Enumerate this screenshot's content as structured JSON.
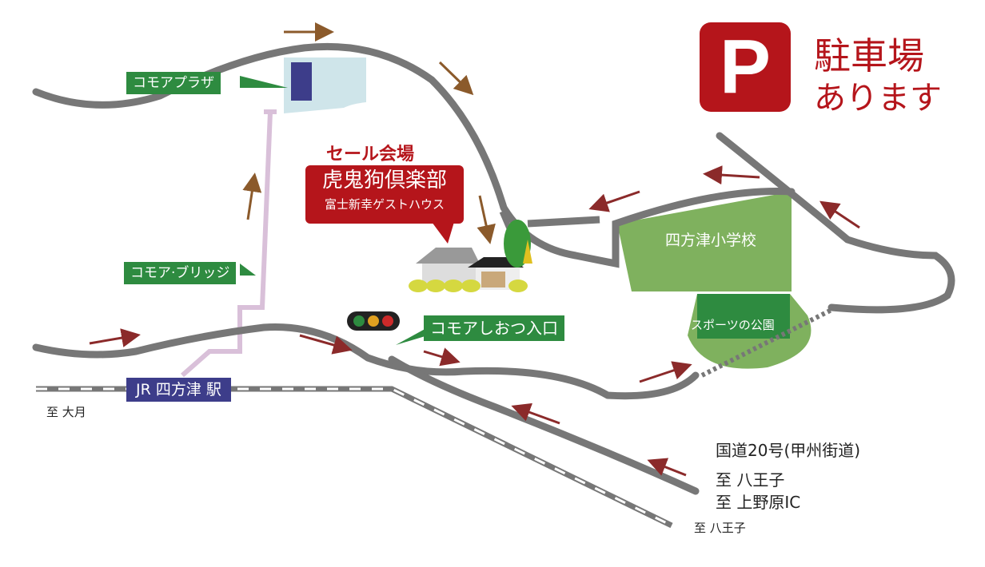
{
  "parking": {
    "icon_letter": "P",
    "line1": "駐車場",
    "line2": "あります"
  },
  "venue": {
    "heading": "セール会場",
    "name": "虎鬼狗倶楽部",
    "subname": "富士新幸ゲストハウス"
  },
  "labels": {
    "comoa_plaza": "コモアプラザ",
    "comoa_bridge": "コモア·ブリッジ",
    "comoa_entrance": "コモアしおつ入口",
    "station": "JR 四方津 駅",
    "to_otsuki": "至 大月",
    "school": "四方津小学校",
    "sports_park": "スポーツの公園",
    "route20": "国道20号(甲州街道)",
    "to_hachioji_road": "至 八王子",
    "to_uenohara": "至 上野原IC",
    "to_hachioji_rail": "至 八王子"
  },
  "colors": {
    "road": "#777777",
    "arrow_brown": "#8b5a2b",
    "arrow_red": "#8b2a2a",
    "label_green": "#2e8b40",
    "station_navy": "#3d3d8a",
    "parking_red": "#b5151b",
    "school_green": "#7fb15e",
    "park_green": "#2e8b40",
    "plaza_blue": "#cfe5ea",
    "bridge_purple": "#d9c0d9"
  },
  "icons": [
    "parking-icon",
    "traffic-light-icon",
    "house-icon",
    "tree-icon"
  ]
}
